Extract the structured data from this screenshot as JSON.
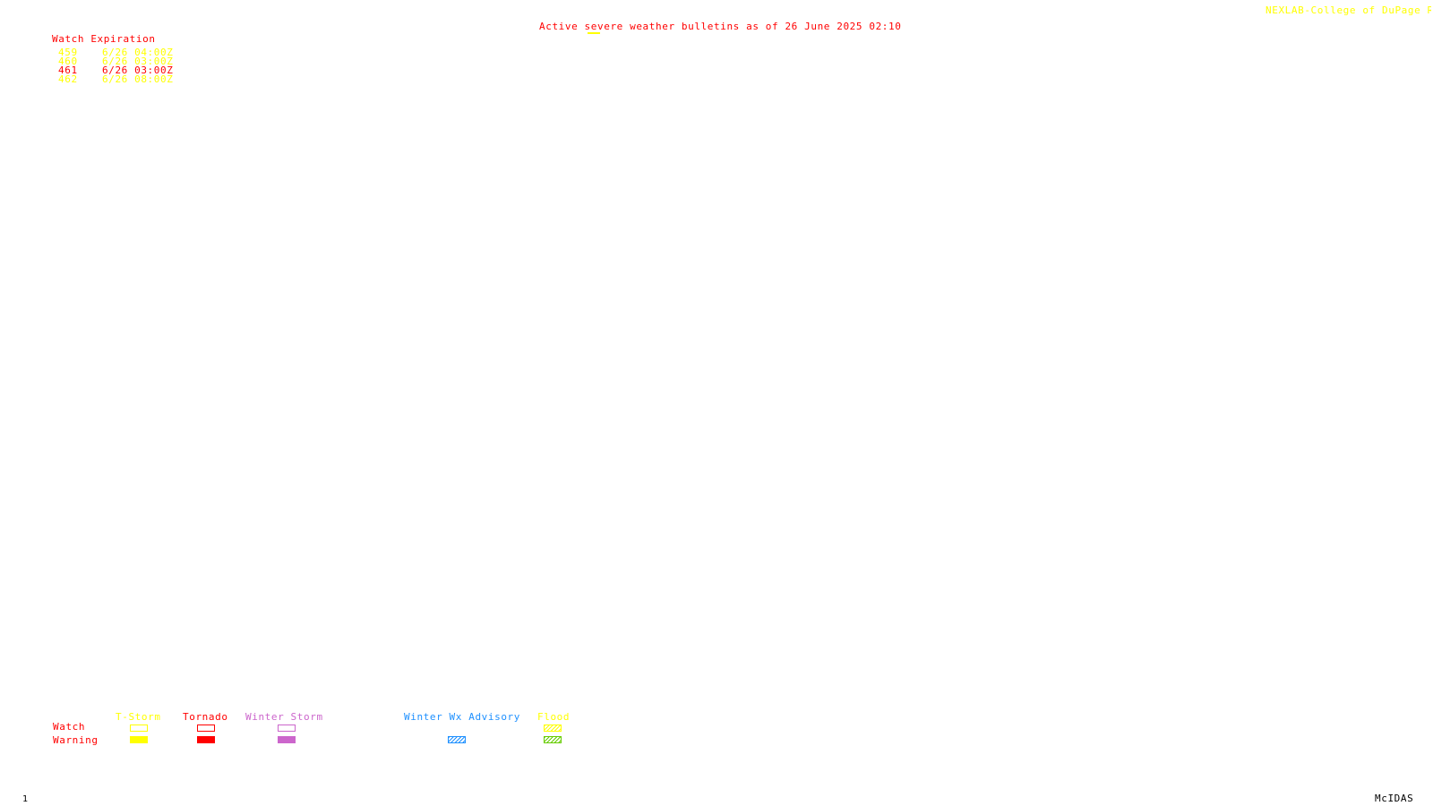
{
  "credit": {
    "text": "NEXLAB-College of DuPage R",
    "color": "#ffff00"
  },
  "bulletin": {
    "title": "Active severe weather bulletins as of 26 June 2025 02:10",
    "color": "#ff0000",
    "underline_color": "#ffff00"
  },
  "watch_list": {
    "heading": "Watch Expiration",
    "heading_color": "#ff0000",
    "rows": [
      {
        "number": "459",
        "expiration": "6/26 04:00Z",
        "color": "#ffff00"
      },
      {
        "number": "460",
        "expiration": "6/26 03:00Z",
        "color": "#ffff00"
      },
      {
        "number": "461",
        "expiration": "6/26 03:00Z",
        "color": "#ff0000"
      },
      {
        "number": "462",
        "expiration": "6/26 08:00Z",
        "color": "#ffff00"
      }
    ]
  },
  "legend": {
    "row_labels": {
      "watch": "Watch",
      "warning": "Warning",
      "color": "#ff0000"
    },
    "types": [
      {
        "label": "T-Storm",
        "color": "#ffff00",
        "watch_style": "outline",
        "warning_style": "solid"
      },
      {
        "label": "Tornado",
        "color": "#ff0000",
        "watch_style": "outline",
        "warning_style": "solid"
      },
      {
        "label": "Winter Storm",
        "color": "#cc66cc",
        "watch_style": "outline",
        "warning_style": "solid"
      },
      {
        "label": "Winter Wx Advisory",
        "color": "#1e90ff",
        "watch_style": "none",
        "warning_style": "hatched"
      },
      {
        "label": "Flood",
        "color": "#ffff00",
        "watch_style": "hatched",
        "warning_style": "hatched",
        "warning_color": "#66cc00"
      }
    ]
  },
  "footer": {
    "frame_number": "1",
    "product": "McIDAS"
  }
}
